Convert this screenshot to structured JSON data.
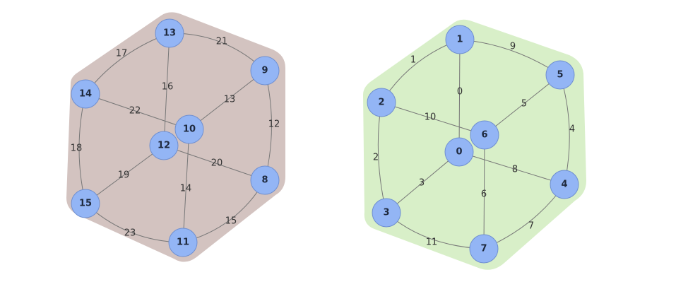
{
  "graphs": [
    {
      "name": "left",
      "fill": "#d3c3c0",
      "nodes": [
        "8",
        "9",
        "10",
        "11",
        "12",
        "13",
        "14",
        "15"
      ],
      "edges": [
        {
          "from": "13",
          "to": "9",
          "label": "21"
        },
        {
          "from": "13",
          "to": "14",
          "label": "17"
        },
        {
          "from": "13",
          "to": "12",
          "label": "16"
        },
        {
          "from": "14",
          "to": "10",
          "label": "22"
        },
        {
          "from": "14",
          "to": "15",
          "label": "18"
        },
        {
          "from": "9",
          "to": "10",
          "label": "13"
        },
        {
          "from": "9",
          "to": "8",
          "label": "12"
        },
        {
          "from": "12",
          "to": "8",
          "label": "20"
        },
        {
          "from": "12",
          "to": "15",
          "label": "19"
        },
        {
          "from": "10",
          "to": "11",
          "label": "14"
        },
        {
          "from": "15",
          "to": "11",
          "label": "23"
        },
        {
          "from": "8",
          "to": "11",
          "label": "15"
        }
      ]
    },
    {
      "name": "right",
      "fill": "#d8efc8",
      "nodes": [
        "0",
        "1",
        "2",
        "3",
        "4",
        "5",
        "6",
        "7"
      ],
      "edges": [
        {
          "from": "1",
          "to": "2",
          "label": "1"
        },
        {
          "from": "1",
          "to": "5",
          "label": "9"
        },
        {
          "from": "1",
          "to": "0",
          "label": "0"
        },
        {
          "from": "2",
          "to": "6",
          "label": "10"
        },
        {
          "from": "2",
          "to": "3",
          "label": "2"
        },
        {
          "from": "5",
          "to": "6",
          "label": "5"
        },
        {
          "from": "5",
          "to": "4",
          "label": "4"
        },
        {
          "from": "0",
          "to": "4",
          "label": "8"
        },
        {
          "from": "0",
          "to": "3",
          "label": "3"
        },
        {
          "from": "6",
          "to": "7",
          "label": "6"
        },
        {
          "from": "3",
          "to": "7",
          "label": "11"
        },
        {
          "from": "4",
          "to": "7",
          "label": "7"
        }
      ]
    }
  ],
  "node_color": "#93b5f5"
}
